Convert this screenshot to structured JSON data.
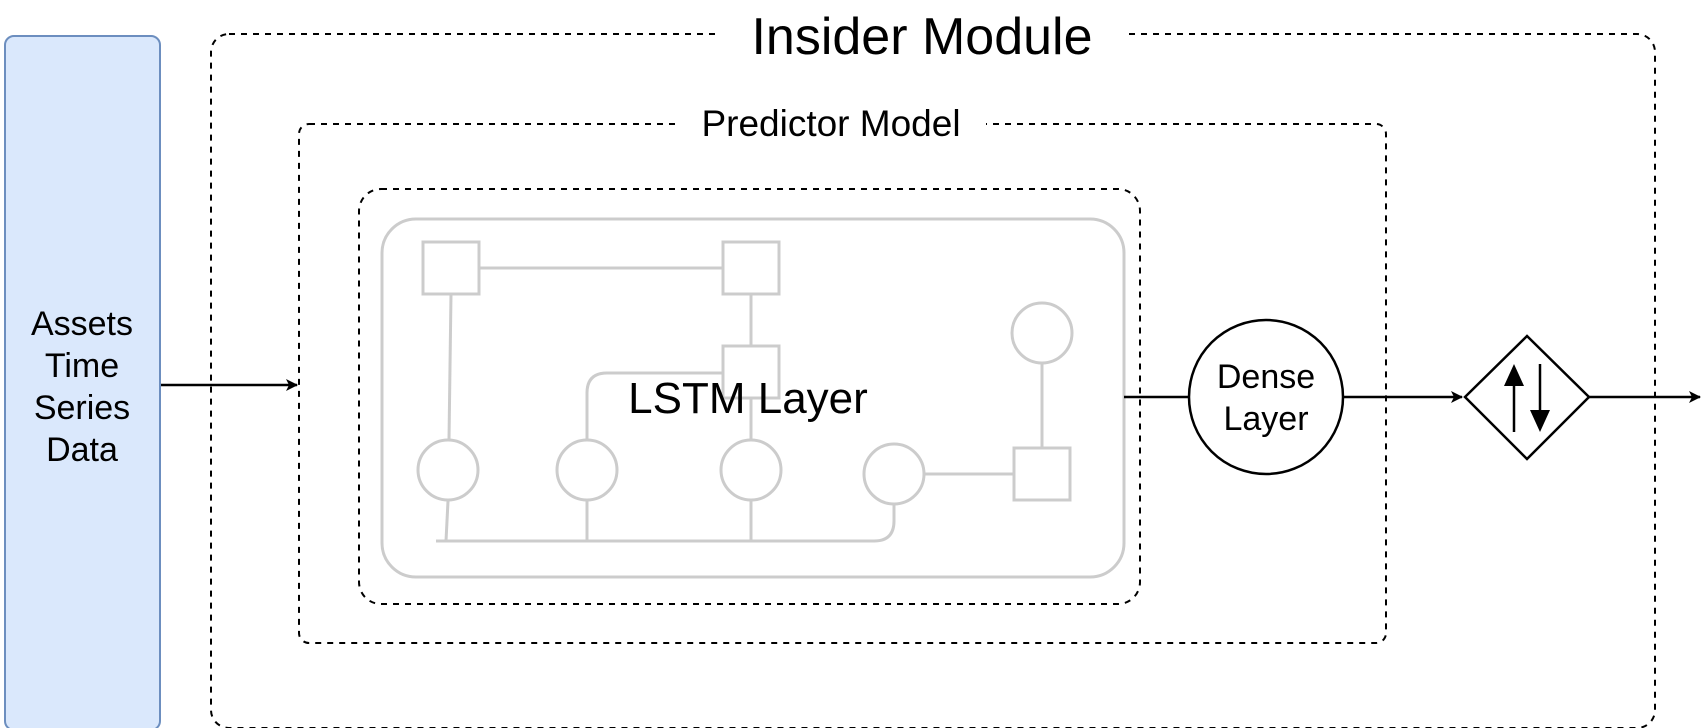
{
  "input": {
    "label_lines": [
      "Assets",
      "Time",
      "Series",
      "Data"
    ],
    "fill": "#dae8fc",
    "stroke": "#6c8ebf"
  },
  "insider_module": {
    "title": "Insider Module"
  },
  "predictor_model": {
    "title": "Predictor Model"
  },
  "lstm_layer": {
    "label": "LSTM Layer",
    "graphic_stroke": "#cccccc"
  },
  "dense_layer": {
    "label_lines": [
      "Dense",
      "Layer"
    ]
  },
  "trade_signal": {
    "icon": "up-down-arrows-icon"
  },
  "colors": {
    "line": "#000000",
    "background": "#ffffff"
  }
}
